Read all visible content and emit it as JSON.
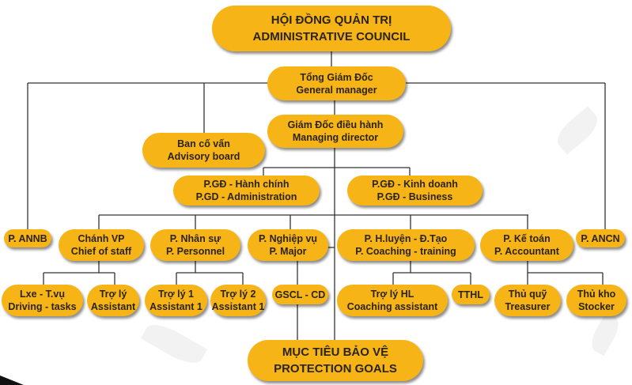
{
  "colors": {
    "box": "#f7b416",
    "text": "#2b2416",
    "line": "#333333"
  },
  "council": {
    "line1": "HỘI ĐỒNG QUẢN TRỊ",
    "line2": "ADMINISTRATIVE COUNCIL"
  },
  "general_manager": {
    "line1": "Tổng Giám Đốc",
    "line2": "General manager"
  },
  "managing_director": {
    "line1": "Giám Đốc điều hành",
    "line2": "Managing director"
  },
  "advisory": {
    "line1": "Ban cố vấn",
    "line2": "Advisory board"
  },
  "vp_admin": {
    "line1": "P.GĐ - Hành chính",
    "line2": "P.GD - Administration"
  },
  "vp_business": {
    "line1": "P.GĐ - Kinh doanh",
    "line2": "P.GĐ - Business"
  },
  "annb": {
    "line1": "P. ANNB"
  },
  "ancn": {
    "line1": "P. ANCN"
  },
  "chief": {
    "line1": "Chánh VP",
    "line2": "Chief of staff"
  },
  "personnel": {
    "line1": "P. Nhân sự",
    "line2": "P. Personnel"
  },
  "major": {
    "line1": "P. Nghiệp vụ",
    "line2": "P. Major"
  },
  "coaching": {
    "line1": "P. H.luyện - Đ.Tạo",
    "line2": "P. Coaching - training"
  },
  "accountant": {
    "line1": "P. Kế toán",
    "line2": "P. Accountant"
  },
  "driving": {
    "line1": "Lxe - T.vụ",
    "line2": "Driving - tasks"
  },
  "assistant": {
    "line1": "Trợ lý",
    "line2": "Assistant"
  },
  "assistant1": {
    "line1": "Trợ lý 1",
    "line2": "Assistant 1"
  },
  "assistant2": {
    "line1": "Trợ lý 2",
    "line2": "Assistant 1"
  },
  "gscl": {
    "line1": "GSCL - CD"
  },
  "coach_assistant": {
    "line1": "Trợ lý HL",
    "line2": "Coaching assistant"
  },
  "tthl": {
    "line1": "TTHL"
  },
  "treasurer": {
    "line1": "Thủ quỹ",
    "line2": "Treasurer"
  },
  "stocker": {
    "line1": "Thủ kho",
    "line2": "Stocker"
  },
  "goals": {
    "line1": "MỤC TIÊU BẢO VỆ",
    "line2": "PROTECTION GOALS"
  }
}
